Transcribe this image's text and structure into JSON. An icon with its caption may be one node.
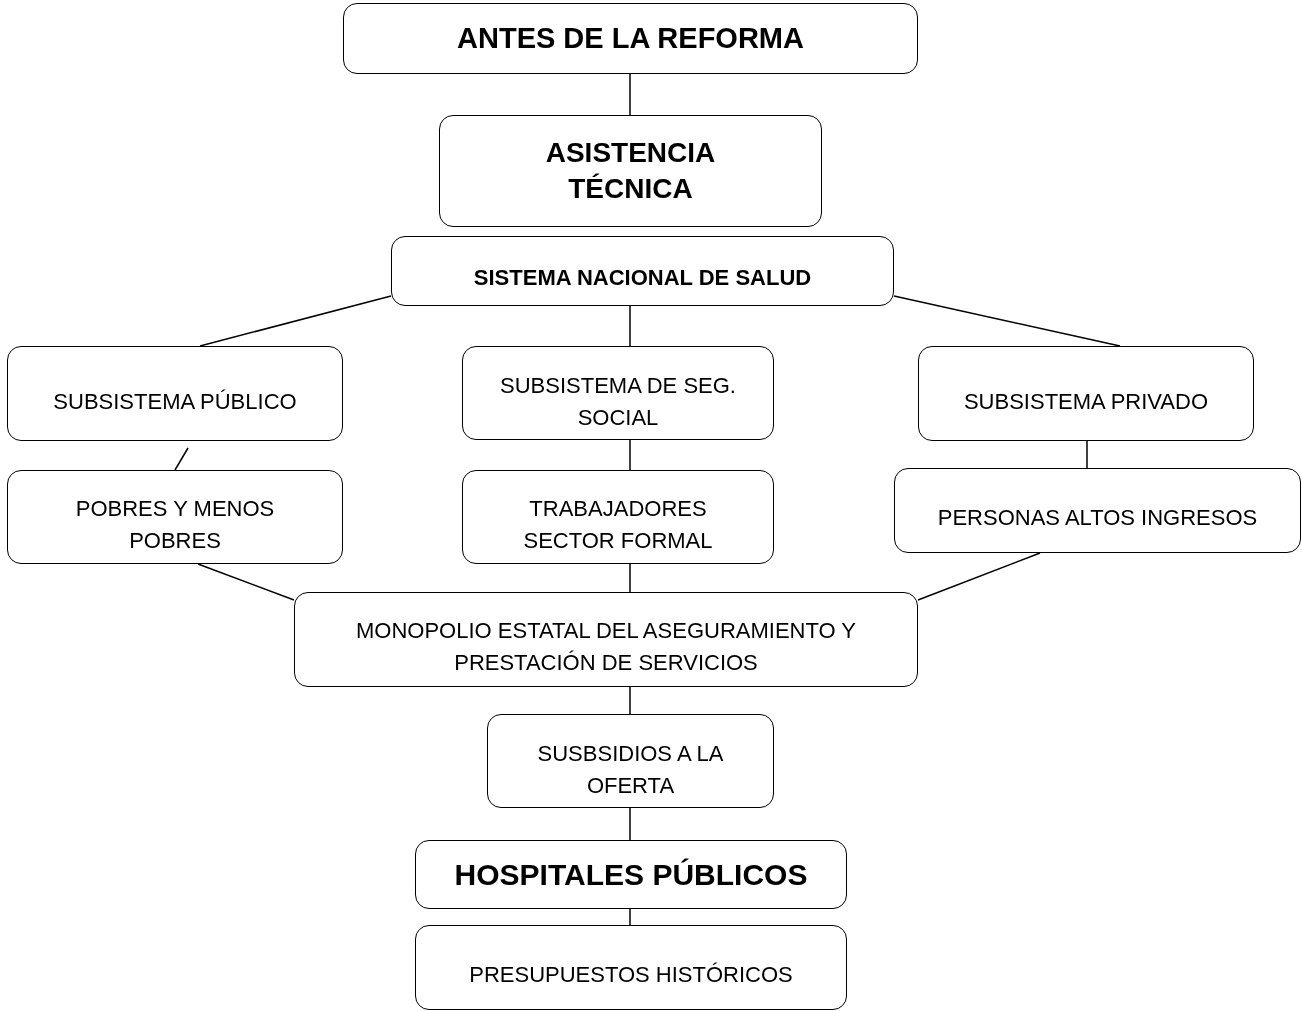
{
  "diagram": {
    "nodes": [
      {
        "text": [
          "ANTES DE LA REFORMA"
        ]
      },
      {
        "text": [
          "ASISTENCIA TÉCNICA"
        ]
      },
      {
        "text": [
          "SISTEMA NACIONAL DE SALUD"
        ]
      },
      {
        "text": [
          "SUBSISTEMA PÚBLICO"
        ]
      },
      {
        "text": [
          "SUBSISTEMA DE SEG. SOCIAL"
        ]
      },
      {
        "text": [
          "SUBSISTEMA PRIVADO"
        ]
      },
      {
        "text": [
          "POBRES Y MENOS POBRES"
        ]
      },
      {
        "text": [
          "TRABAJADORES SECTOR FORMAL"
        ]
      },
      {
        "text": [
          "PERSONAS ALTOS INGRESOS"
        ]
      },
      {
        "text": [
          "MONOPOLIO ESTATAL DEL ASEGURAMIENTO Y PRESTACIÓN DE SERVICIOS"
        ]
      },
      {
        "text": [
          "SUSBSIDIOS A LA OFERTA"
        ]
      },
      {
        "text": [
          "HOSPITALES PÚBLICOS"
        ]
      },
      {
        "text": [
          "PRESUPUESTOS HISTÓRICOS"
        ]
      }
    ],
    "edges": [
      {
        "from": 0,
        "to": 1,
        "arrow": "none"
      },
      {
        "from": 2,
        "to": 3,
        "arrow": "none"
      },
      {
        "from": 2,
        "to": 4,
        "arrow": "none"
      },
      {
        "from": 2,
        "to": 5,
        "arrow": "none"
      },
      {
        "from": 3,
        "to": 6,
        "arrow": "none"
      },
      {
        "from": 4,
        "to": 7,
        "arrow": "none"
      },
      {
        "from": 5,
        "to": 8,
        "arrow": "none"
      },
      {
        "from": 6,
        "to": 9,
        "arrow": "none"
      },
      {
        "from": 7,
        "to": 9,
        "arrow": "none"
      },
      {
        "from": 8,
        "to": 9,
        "arrow": "none"
      },
      {
        "from": 9,
        "to": 10,
        "arrow": "none"
      },
      {
        "from": 10,
        "to": 11,
        "arrow": "none"
      },
      {
        "from": 11,
        "to": 12,
        "arrow": "none"
      }
    ]
  }
}
